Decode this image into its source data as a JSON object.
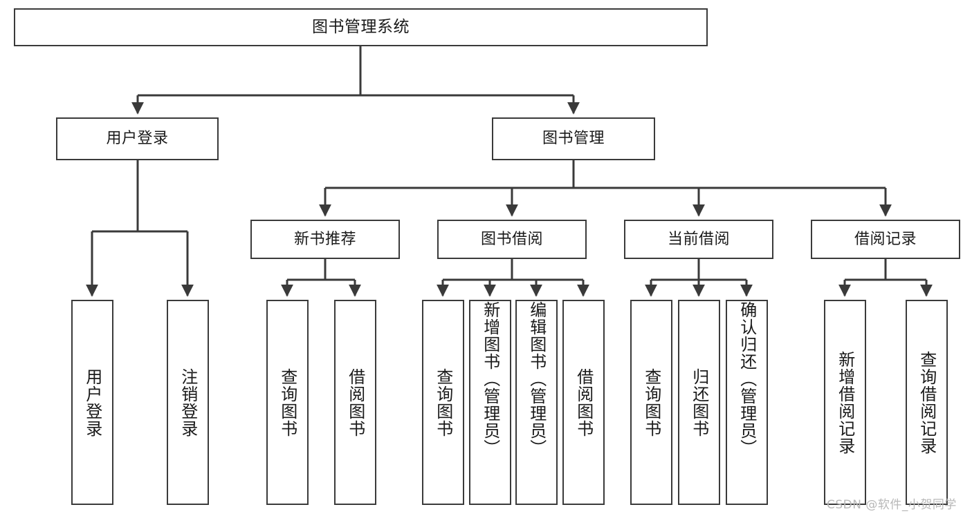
{
  "diagram": {
    "title": "图书管理系统",
    "type": "hierarchy-tree",
    "root": {
      "id": "root",
      "label": "图书管理系统"
    },
    "level1": [
      {
        "id": "user-login",
        "label": "用户登录"
      },
      {
        "id": "book-manage",
        "label": "图书管理"
      }
    ],
    "level2": [
      {
        "id": "new-book-recommend",
        "label": "新书推荐",
        "parent": "book-manage"
      },
      {
        "id": "book-borrow",
        "label": "图书借阅",
        "parent": "book-manage"
      },
      {
        "id": "current-borrow",
        "label": "当前借阅",
        "parent": "book-manage"
      },
      {
        "id": "borrow-record",
        "label": "借阅记录",
        "parent": "book-manage"
      }
    ],
    "leaves": [
      {
        "id": "leaf-user-login",
        "label": "用户登录",
        "parent": "user-login"
      },
      {
        "id": "leaf-logout",
        "label": "注销登录",
        "parent": "user-login"
      },
      {
        "id": "leaf-query-book-1",
        "label": "查询图书",
        "parent": "new-book-recommend"
      },
      {
        "id": "leaf-borrow-book-1",
        "label": "借阅图书",
        "parent": "new-book-recommend"
      },
      {
        "id": "leaf-query-book-2",
        "label": "查询图书",
        "parent": "book-borrow"
      },
      {
        "id": "leaf-add-book",
        "label": "新增图书（管理员）",
        "parent": "book-borrow"
      },
      {
        "id": "leaf-edit-book",
        "label": "编辑图书（管理员）",
        "parent": "book-borrow"
      },
      {
        "id": "leaf-borrow-book-2",
        "label": "借阅图书",
        "parent": "book-borrow"
      },
      {
        "id": "leaf-query-book-3",
        "label": "查询图书",
        "parent": "current-borrow"
      },
      {
        "id": "leaf-return-book",
        "label": "归还图书",
        "parent": "current-borrow"
      },
      {
        "id": "leaf-confirm-return",
        "label": "确认归还（管理员）",
        "parent": "current-borrow"
      },
      {
        "id": "leaf-add-record",
        "label": "新增借阅记录",
        "parent": "borrow-record"
      },
      {
        "id": "leaf-query-record",
        "label": "查询借阅记录",
        "parent": "borrow-record"
      }
    ]
  },
  "watermark": {
    "text": "CSDN @软件_小贺同学"
  },
  "colors": {
    "border": "#3a3a3a",
    "text": "#1a1a1a",
    "background": "#ffffff",
    "watermark": "#b8b8b8"
  }
}
